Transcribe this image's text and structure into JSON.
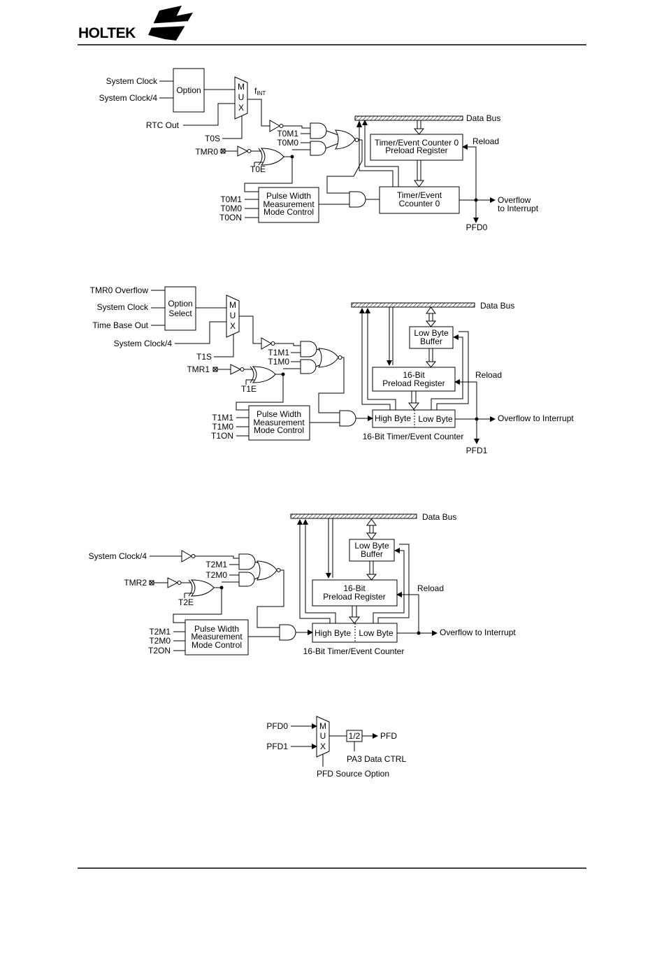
{
  "header": {
    "logo": "HOLTEK"
  },
  "diagram1": {
    "system_clock": "System Clock",
    "system_clock_4": "System Clock/4",
    "rtc_out": "RTC Out",
    "option": "Option",
    "mux": [
      "M",
      "U",
      "X"
    ],
    "fint": "f",
    "fint_sub": "INT",
    "t0s": "T0S",
    "tmr0": "TMR0",
    "t0e": "T0E",
    "t0m1": "T0M1",
    "t0m0": "T0M0",
    "t0on": "T0ON",
    "data_bus": "Data Bus",
    "preload_line1": "Timer/Event Counter 0",
    "preload_line2": "Preload Register",
    "reload": "Reload",
    "counter_line1": "Timer/Event",
    "counter_line2": "Ccounter 0",
    "overflow_line1": "Overflow",
    "overflow_line2": "to Interrupt",
    "pfd0": "PFD0",
    "pwm_line1": "Pulse Width",
    "pwm_line2": "Measurement",
    "pwm_line3": "Mode Control"
  },
  "diagram2": {
    "tmr0_overflow": "TMR0 Overflow",
    "system_clock": "System Clock",
    "time_base_out": "Time Base Out",
    "system_clock_4": "System Clock/4",
    "option_line1": "Option",
    "option_line2": "Select",
    "mux": [
      "M",
      "U",
      "X"
    ],
    "t1s": "T1S",
    "tmr1": "TMR1",
    "t1e": "T1E",
    "t1m1": "T1M1",
    "t1m0": "T1M0",
    "t1on": "T1ON",
    "data_bus": "Data Bus",
    "low_byte_buffer_line1": "Low Byte",
    "low_byte_buffer_line2": "Buffer",
    "preload_line1": "16-Bit",
    "preload_line2": "Preload Register",
    "reload": "Reload",
    "high_byte": "High Byte",
    "low_byte": "Low Byte",
    "counter_caption": "16-Bit Timer/Event Counter",
    "overflow": "Overflow to Interrupt",
    "pfd1": "PFD1",
    "pwm_line1": "Pulse Width",
    "pwm_line2": "Measurement",
    "pwm_line3": "Mode Control"
  },
  "diagram3": {
    "system_clock_4": "System Clock/4",
    "tmr2": "TMR2",
    "t2e": "T2E",
    "t2m1": "T2M1",
    "t2m0": "T2M0",
    "t2on": "T2ON",
    "data_bus": "Data Bus",
    "low_byte_buffer_line1": "Low Byte",
    "low_byte_buffer_line2": "Buffer",
    "preload_line1": "16-Bit",
    "preload_line2": "Preload Register",
    "reload": "Reload",
    "high_byte": "High Byte",
    "low_byte": "Low Byte",
    "counter_caption": "16-Bit Timer/Event Counter",
    "overflow": "Overflow to Interrupt",
    "pwm_line1": "Pulse Width",
    "pwm_line2": "Measurement",
    "pwm_line3": "Mode Control"
  },
  "diagram4": {
    "pfd0": "PFD0",
    "pfd1": "PFD1",
    "mux": [
      "M",
      "U",
      "X"
    ],
    "half": "1/2",
    "pfd": "PFD",
    "pa3": "PA3 Data CTRL",
    "source_option": "PFD Source Option"
  }
}
